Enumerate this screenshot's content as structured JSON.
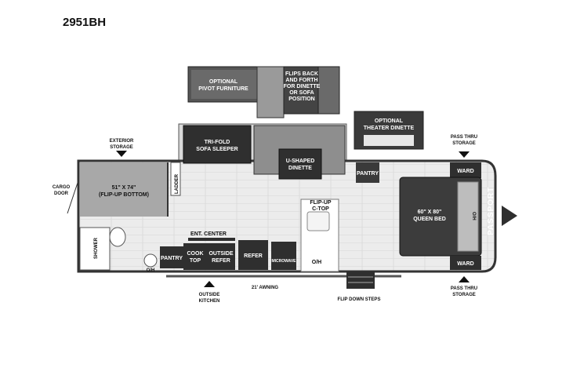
{
  "model": "2951BH",
  "brand": "PASSPORT",
  "labels": {
    "optional_pivot": [
      "OPTIONAL",
      "PIVOT FURNITURE"
    ],
    "flips_back": [
      "FLIPS BACK",
      "AND FORTH",
      "FOR DINETTE",
      "OR SOFA",
      "POSITION"
    ],
    "optional_theater": [
      "OPTIONAL",
      "THEATER DINETTE"
    ],
    "exterior_storage": [
      "EXTERIOR",
      "STORAGE"
    ],
    "tri_fold": [
      "TRI-FOLD",
      "SOFA SLEEPER"
    ],
    "u_dinette": [
      "U-SHAPED",
      "DINETTE"
    ],
    "pantry_top": "PANTRY",
    "pass_thru_top": [
      "PASS THRU",
      "STORAGE"
    ],
    "ward_top": "WARD",
    "cargo_door": [
      "CARGO",
      "DOOR"
    ],
    "bunk": [
      "51\" X 74\"",
      "(FLIP-UP BOTTOM)"
    ],
    "ladder": "LADDER",
    "flip_up": [
      "FLIP-UP",
      "C-TOP"
    ],
    "queen_bed": [
      "60\" X 80\"",
      "QUEEN BED"
    ],
    "oh_bed": "O/H",
    "shower": "SHOWER",
    "oh_bath": "O/H",
    "ent_center": "ENT. CENTER",
    "pantry_bottom": "PANTRY",
    "cook_top": [
      "COOK",
      "TOP"
    ],
    "outside_refer": [
      "OUTSIDE",
      "REFER"
    ],
    "refer": "REFER",
    "microwave": "MICROWAVE",
    "oh_kitchen": "O/H",
    "ward_bottom": "WARD",
    "outside_kitchen": [
      "OUTSIDE",
      "KITCHEN"
    ],
    "awning": "21' AWNING",
    "flip_down_steps": "FLIP DOWN STEPS",
    "pass_thru_bottom": [
      "PASS THRU",
      "STORAGE"
    ]
  },
  "colors": {
    "wall": "#3a3a3a",
    "floor": "#e8e8e8",
    "bunk_floor": "#a8a8a8",
    "dark_furniture": "#2f2f2f",
    "mid_furniture": "#8e8e8e",
    "bed": "#3c3c3c"
  }
}
